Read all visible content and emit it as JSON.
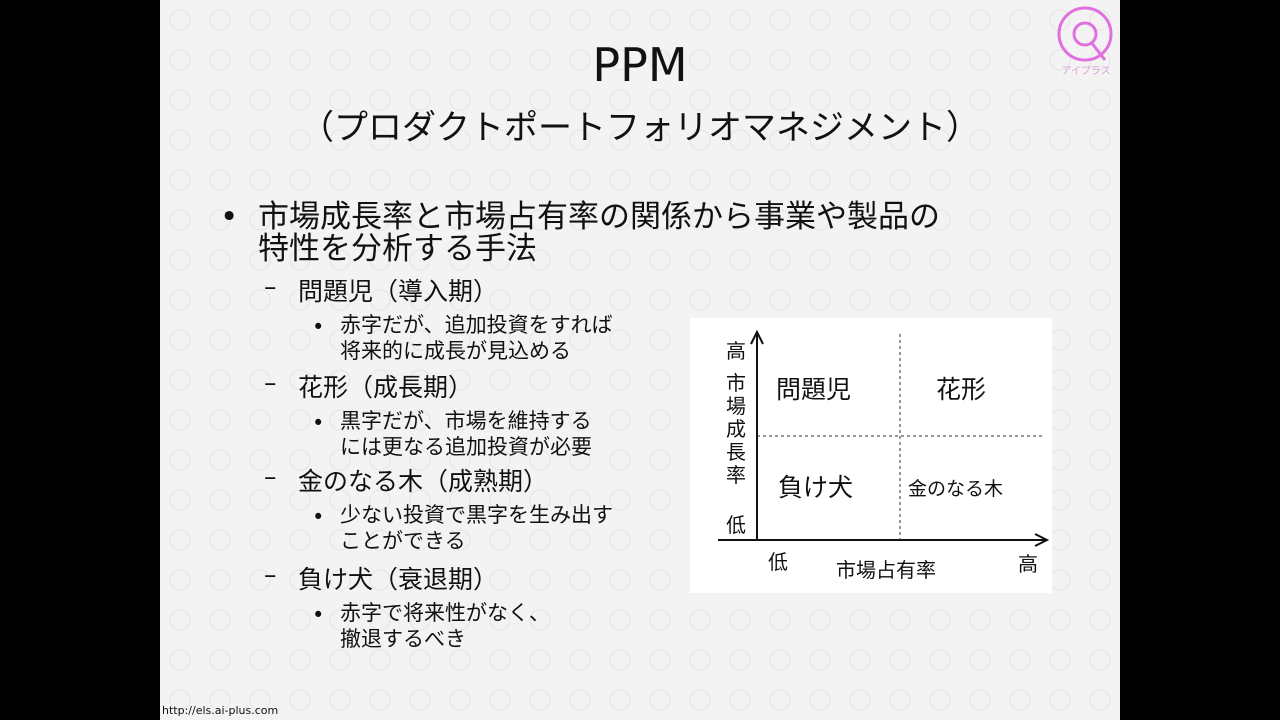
{
  "slide": {
    "title": "PPM",
    "subtitle": "（プロダクトポートフォリオマネジメント）",
    "bullet": {
      "marker": "•",
      "lines": [
        "市場成長率と市場占有率の関係から事業や製品の",
        "特性を分析する手法"
      ]
    },
    "items": [
      {
        "label": "問題児（導入期）",
        "detail": [
          "赤字だが、追加投資をすれば",
          "将来的に成長が見込める"
        ]
      },
      {
        "label": "花形（成長期）",
        "detail": [
          "黒字だが、市場を維持する",
          "には更なる追加投資が必要"
        ]
      },
      {
        "label": "金のなる木（成熟期）",
        "detail": [
          "少ない投資で黒字を生み出す",
          "ことができる"
        ]
      },
      {
        "label": "負け犬（衰退期）",
        "detail": [
          "赤字で将来性がなく、",
          "撤退するべき"
        ]
      }
    ],
    "dash": "–",
    "subbullet": "•",
    "url": "http://els.ai-plus.com",
    "logo": {
      "letter": "Q",
      "caption": "アイプラス",
      "color": "#e070e0"
    }
  },
  "diagram": {
    "y_high": "高",
    "y_low": "低",
    "y_label": [
      "市",
      "場",
      "成",
      "長",
      "率"
    ],
    "x_low": "低",
    "x_high": "高",
    "x_label": "市場占有率",
    "quadrants": {
      "tl": "問題児",
      "tr": "花形",
      "bl": "負け犬",
      "br": "金のなる木"
    }
  }
}
